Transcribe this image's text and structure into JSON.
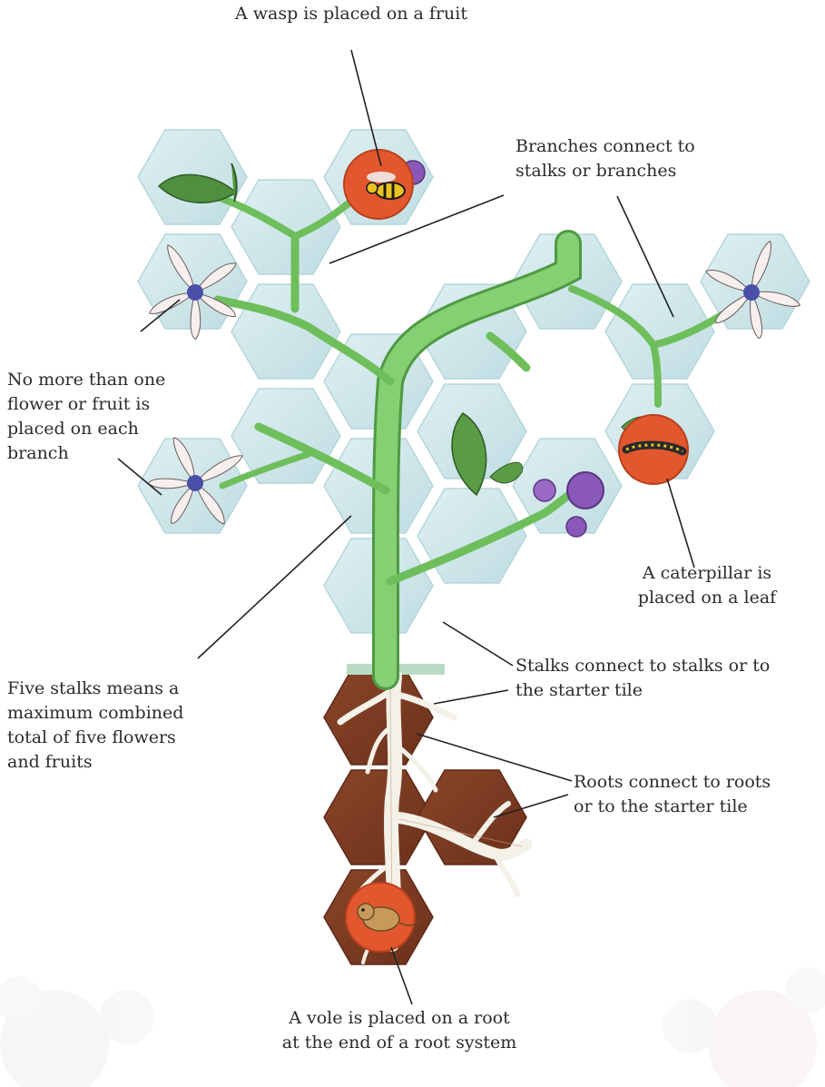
{
  "colors": {
    "sky_tile": "#cfe6ea",
    "sky_tile_edge": "#b5d6dc",
    "soil_tile": "#7a3a22",
    "soil_tile_edge": "#5e2a18",
    "stalk": "#86cf72",
    "stalk_dark": "#4e9a42",
    "root": "#f3f1e8",
    "token": "#e2572e",
    "flower": "#f6efee",
    "berry": "#8a58b8",
    "leader_line": "#222222",
    "watermark": "#ece8ec"
  },
  "labels": {
    "wasp": [
      "A wasp is placed on a fruit"
    ],
    "branches": [
      "Branches connect to",
      "stalks or branches"
    ],
    "one_flower": [
      "No more than one",
      "flower or fruit is",
      "placed on each",
      "branch"
    ],
    "caterpillar": [
      "A caterpillar is",
      "placed on a leaf"
    ],
    "stalks": [
      "Stalks connect to stalks or to",
      "the starter tile"
    ],
    "five_stalks": [
      "Five stalks means a",
      "maximum combined",
      "total of five flowers",
      "and fruits"
    ],
    "roots": [
      "Roots connect to roots",
      "or to the starter tile"
    ],
    "vole": [
      "A vole is placed on a root",
      "at the end of a root system"
    ]
  },
  "icons": [
    "wasp-icon",
    "caterpillar-icon",
    "vole-icon",
    "flower-icon",
    "blackberry-icon",
    "leaf-icon"
  ]
}
